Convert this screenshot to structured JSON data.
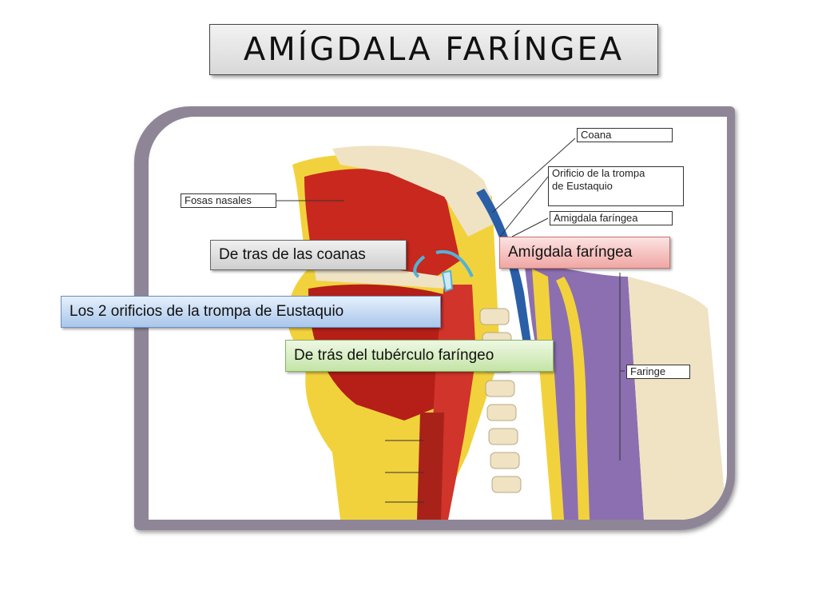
{
  "title": "AMÍGDALA FARÍNGEA",
  "figure_labels": {
    "coana": "Coana",
    "orificio_line1": "Orificio de la trompa",
    "orificio_line2": "de Eustaquio",
    "amigdala": "Amigdala faríngea",
    "fosas": "Fosas nasales",
    "faringe": "Faringe"
  },
  "callouts": {
    "coanas": "De tras de las coanas",
    "amigdala": "Amígdala faríngea",
    "eustaquio": "Los 2 orificios de la trompa de Eustaquio",
    "tuberculo": "De trás del tubérculo faríngeo"
  },
  "colors": {
    "muscle_red": "#c8281e",
    "fat_yellow": "#f2d23c",
    "bone_beige": "#efe3c4",
    "fascia_purple": "#8c6fb0",
    "vessel_blue": "#2a5fa8",
    "highlight_cyan": "#4fb4d8"
  }
}
